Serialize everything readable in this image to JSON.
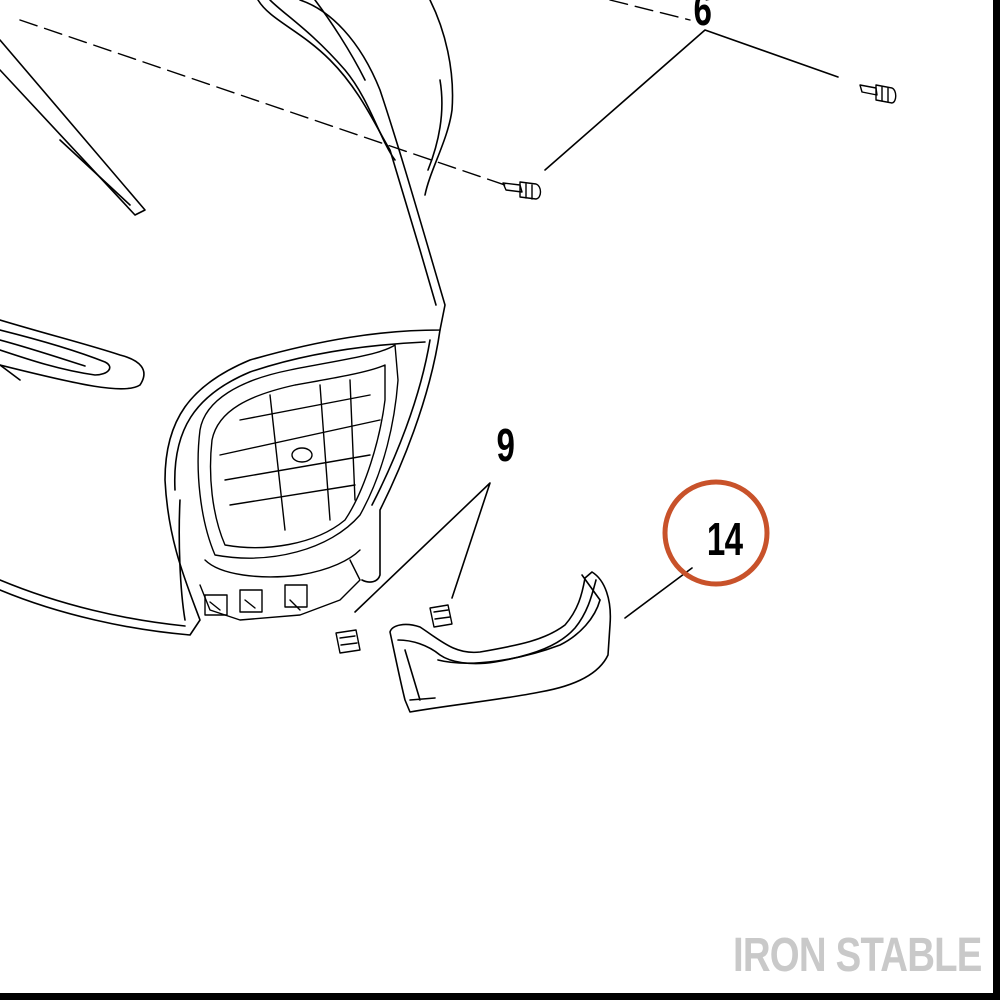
{
  "callouts": {
    "part_6": "6",
    "part_9": "9",
    "part_14": "14"
  },
  "highlight_color": "#c8522a",
  "watermark": "IRON STABLE"
}
